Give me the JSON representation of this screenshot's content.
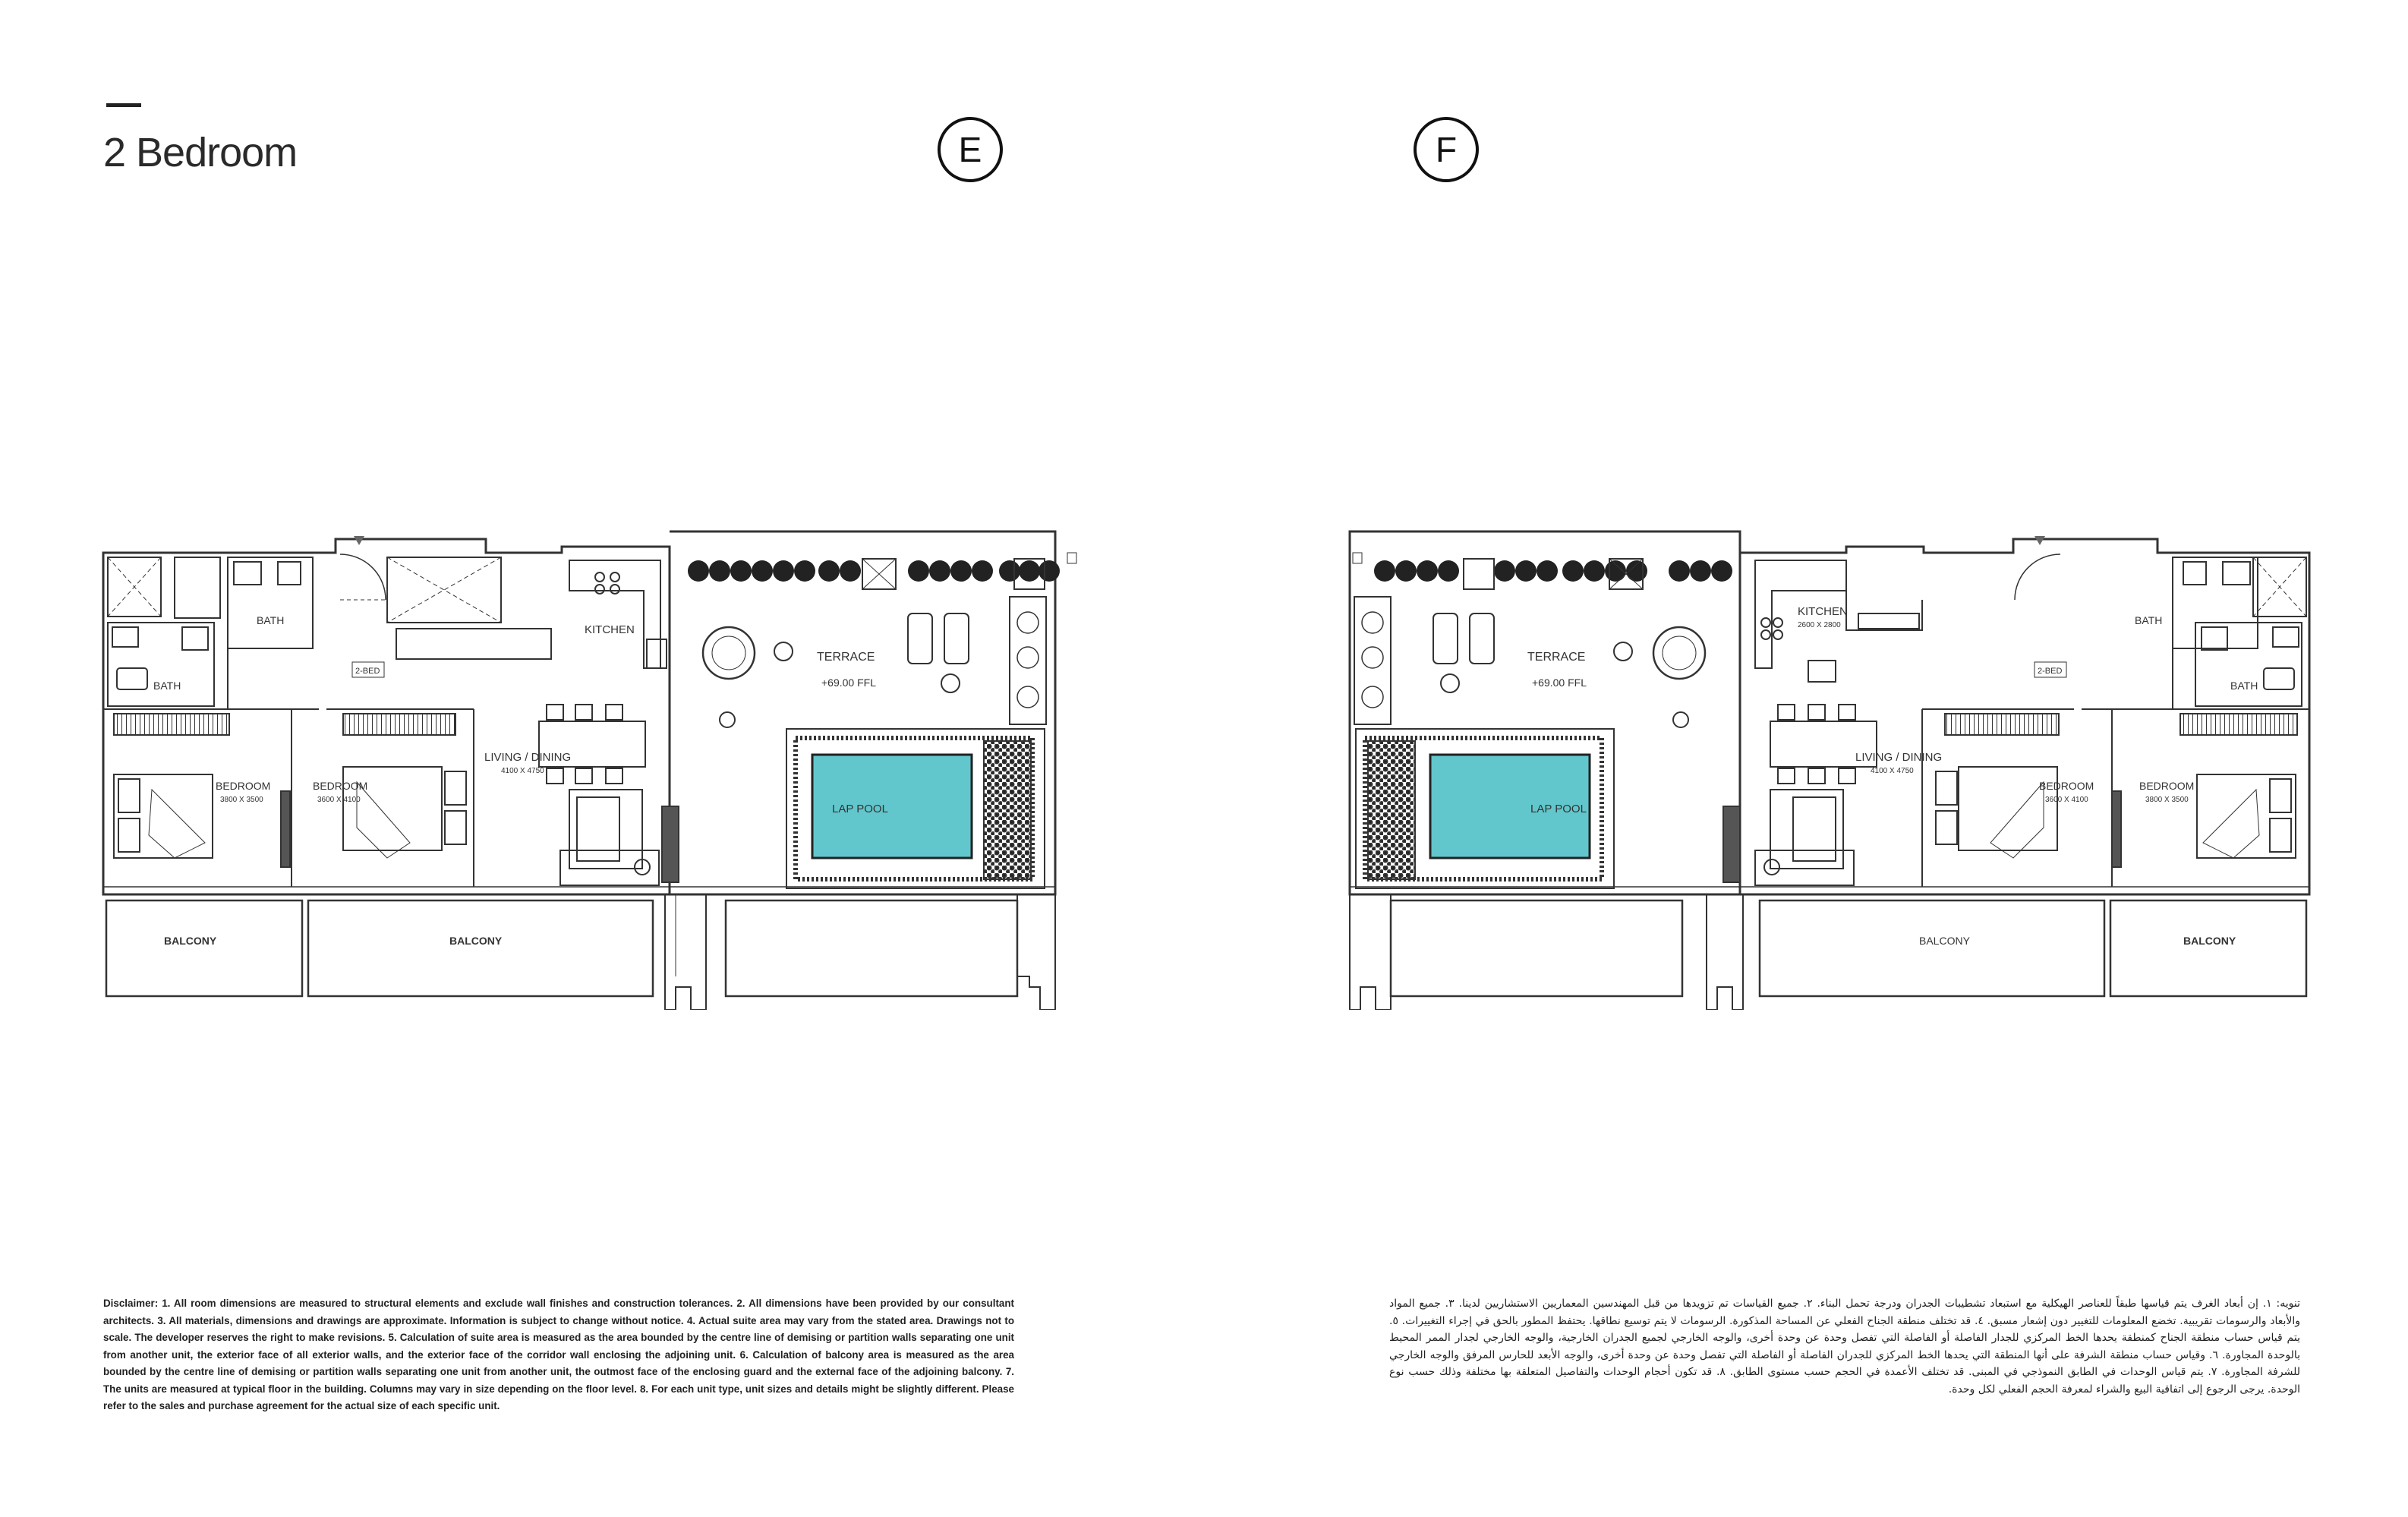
{
  "header": {
    "title": "2 Bedroom"
  },
  "units": [
    {
      "badge": "E",
      "rooms": {
        "bath_1": "BATH",
        "bath_2": "BATH",
        "kitchen": "KITCHEN",
        "tag": "2-BED",
        "bedroom_1": "BEDROOM",
        "bedroom_1_dims": "3800 X 3500",
        "bedroom_2": "BEDROOM",
        "bedroom_2_dims": "3600 X 4100",
        "living": "LIVING / DINING",
        "living_dims": "4100 X 4750",
        "terrace": "TERRACE",
        "ffl": "+69.00 FFL",
        "pool": "LAP POOL",
        "balcony_1": "BALCONY",
        "balcony_2": "BALCONY"
      }
    },
    {
      "badge": "F",
      "rooms": {
        "kitchen": "KITCHEN",
        "kitchen_dims": "2600 X 2800",
        "terrace": "TERRACE",
        "ffl": "+69.00 FFL",
        "pool": "LAP POOL",
        "bath_1": "BATH",
        "bath_2": "BATH",
        "tag": "2-BED",
        "living": "LIVING / DINING",
        "living_dims": "4100 X 4750",
        "bedroom_1": "BEDROOM",
        "bedroom_1_dims": "3600 X 4100",
        "bedroom_2": "BEDROOM",
        "bedroom_2_dims": "3800 X 3500",
        "balcony_1": "BALCONY",
        "balcony_2": "BALCONY"
      }
    }
  ],
  "disclaimer": {
    "en": "Disclaimer: 1. All room dimensions are measured to structural elements and exclude wall finishes and construction tolerances. 2. All dimensions have been provided by our consultant architects. 3. All materials, dimensions and drawings are approximate. Information is subject to change without notice. 4. Actual suite area may vary from the stated area. Drawings not to scale. The developer reserves the right to make revisions. 5. Calculation of suite area is measured as the area bounded by the centre line of demising or partition walls separating one unit from another unit, the exterior face of all exterior walls, and the exterior face of the corridor wall enclosing the adjoining unit. 6. Calculation of balcony area is measured as the area bounded by the centre line of demising or partition walls separating one unit from another unit, the outmost face of the enclosing guard and the external face of the adjoining balcony. 7. The units are measured at typical floor in the building. Columns may vary in size depending on the floor level. 8. For each unit type, unit sizes and details might be slightly different. Please refer to the sales and purchase agreement for the actual size of each specific unit.",
    "ar": "تنويه: ١. إن أبعاد الغرف يتم قياسها طبقاً للعناصر الهيكلية مع استبعاد تشطيبات الجدران ودرجة تحمل البناء. ٢. جميع القياسات تم تزويدها من قبل المهندسين المعماريين الاستشاريين لدينا. ٣. جميع المواد والأبعاد والرسومات تقريبية. تخضع المعلومات للتغيير دون إشعار مسبق. ٤. قد تختلف منطقة الجناح الفعلي عن المساحة المذكورة. الرسومات لا يتم توسيع نطاقها. يحتفظ المطور بالحق في إجراء التغييرات. ٥. يتم قياس حساب منطقة الجناح كمنطقة يحدها الخط المركزي للجدار الفاصلة أو الفاصلة التي تفصل وحدة عن وحدة أخرى، والوجه الخارجي لجميع الجدران الخارجية، والوجه الخارجي لجدار الممر المحيط بالوحدة المجاورة. ٦. وقياس حساب منطقة الشرفة على أنها المنطقة التي يحدها الخط المركزي للجدران الفاصلة أو الفاصلة التي تفصل وحدة عن وحدة أخرى، والوجه الأبعد للحارس المرفق والوجه الخارجي للشرفة المجاورة. ٧. يتم قياس الوحدات في الطابق النموذجي في المبنى. قد تختلف الأعمدة في الحجم حسب مستوى الطابق. ٨. قد تكون أحجام الوحدات والتفاصيل المتعلقة بها مختلفة وذلك حسب نوع الوحدة. يرجى الرجوع إلى اتفاقية البيع والشراء لمعرفة الحجم الفعلي لكل وحدة."
  }
}
